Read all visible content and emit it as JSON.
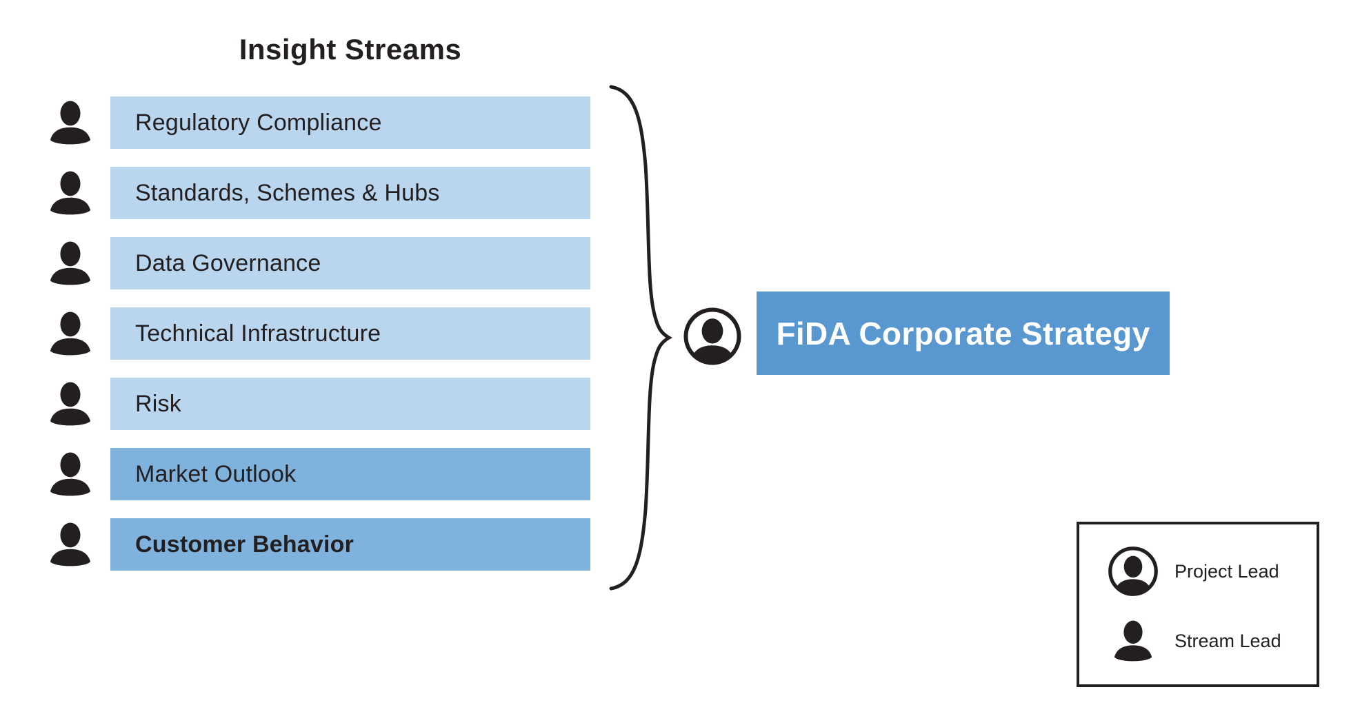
{
  "title": "Insight Streams",
  "streams": [
    {
      "label": "Regulatory Compliance",
      "tone": "light",
      "bold": false
    },
    {
      "label": "Standards, Schemes & Hubs",
      "tone": "light",
      "bold": false
    },
    {
      "label": "Data Governance",
      "tone": "light",
      "bold": false
    },
    {
      "label": "Technical Infrastructure",
      "tone": "light",
      "bold": false
    },
    {
      "label": "Risk",
      "tone": "light",
      "bold": false
    },
    {
      "label": "Market Outlook",
      "tone": "dark",
      "bold": false
    },
    {
      "label": "Customer Behavior",
      "tone": "dark",
      "bold": true
    }
  ],
  "strategy": {
    "label": "FiDA Corporate Strategy"
  },
  "legend": {
    "items": [
      {
        "icon": "project-lead-icon",
        "label": "Project Lead"
      },
      {
        "icon": "stream-lead-icon",
        "label": "Stream Lead"
      }
    ]
  },
  "colors": {
    "stream_light": "#b9d6ee",
    "stream_dark": "#7fb3de",
    "strategy_fill": "#5897d0",
    "strategy_text": "#ffffff",
    "ink": "#231f20"
  }
}
